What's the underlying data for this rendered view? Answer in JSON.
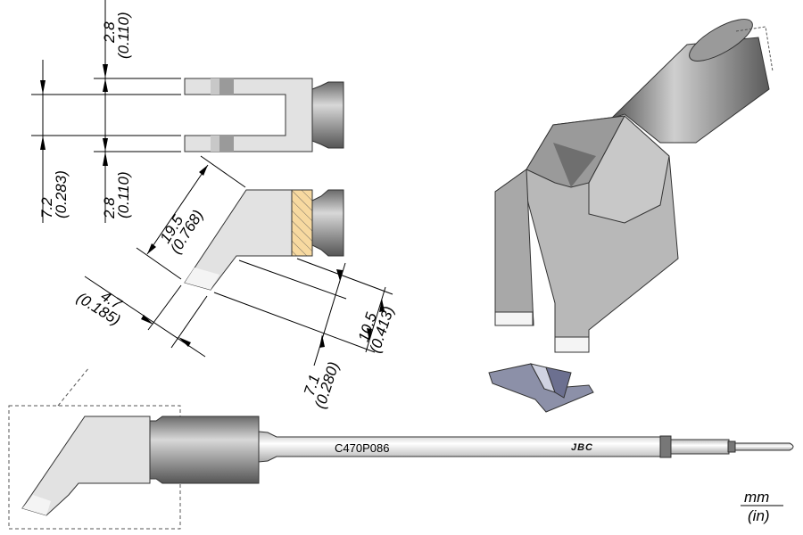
{
  "dimensions": {
    "total_width": {
      "mm": "7.2",
      "in": "(0.283)"
    },
    "top_prong": {
      "mm": "2.8",
      "in": "(0.110)"
    },
    "bottom_prong": {
      "mm": "2.8",
      "in": "(0.110)"
    },
    "length": {
      "mm": "19.5",
      "in": "(0.768)"
    },
    "tip_width": {
      "mm": "4.7",
      "in": "(0.185)"
    },
    "offset_outer": {
      "mm": "10.5",
      "in": "(0.413)"
    },
    "offset_inner": {
      "mm": "7.1",
      "in": "(0.280)"
    }
  },
  "cartridge": {
    "model": "C470P086",
    "brand": "JBC"
  },
  "units": {
    "primary": "mm",
    "secondary": "(in)"
  },
  "colors": {
    "tip": "#e2e2e2",
    "hatch": "#f7d9a0",
    "metal": "#8a8a8a",
    "clip": "#8c90a8"
  }
}
